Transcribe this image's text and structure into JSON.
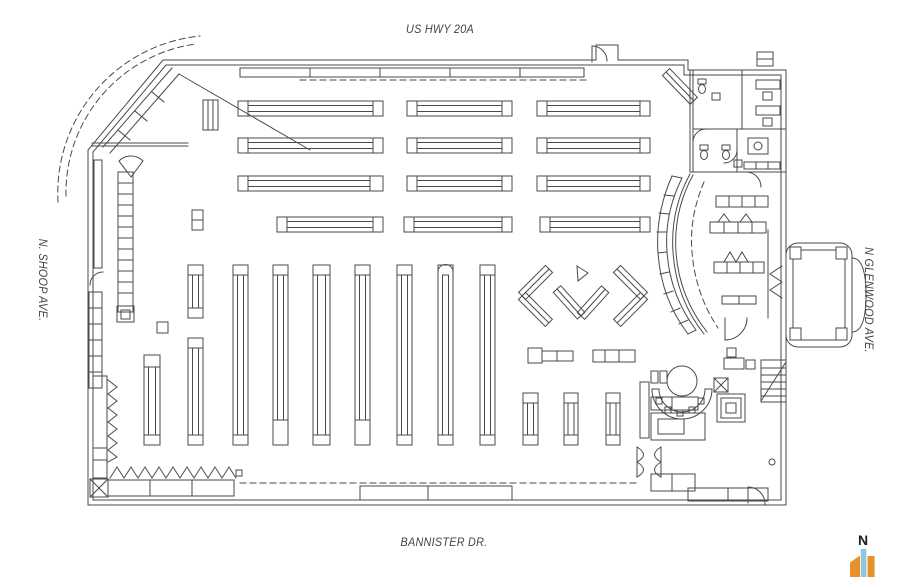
{
  "streets": {
    "top": "US HWY 20A",
    "left": "N. SHOOP AVE.",
    "right": "N GLENWOOD AVE.",
    "bottom": "BANNISTER DR."
  },
  "compass": {
    "label": "N"
  },
  "colors": {
    "line_color": "#4a4a4a",
    "label_color": "#3e4744",
    "compass_color": "#1c1c1c",
    "logo_orange": "#e5912e",
    "logo_blue": "#8fc6d9",
    "bg": "#ffffff"
  }
}
